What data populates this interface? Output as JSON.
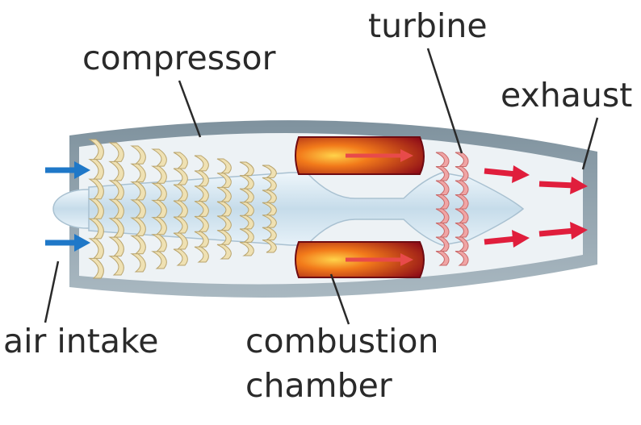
{
  "labels": {
    "compressor": "compressor",
    "turbine": "turbine",
    "exhaust": "exhaust",
    "air_intake": "air intake",
    "combustion_line1": "combustion",
    "combustion_line2": "chamber"
  },
  "colors": {
    "casing": "#8fa0ab",
    "casing_inner": "#e9eef1",
    "shaft": "#cfe3f0",
    "compressor_blades": "#efe1b3",
    "combustion_flame": "#b2151d",
    "turbine_blades": "#f0a5a5",
    "intake_arrows": "#1f78c8",
    "exhaust_arrows": "#e01e3c"
  }
}
